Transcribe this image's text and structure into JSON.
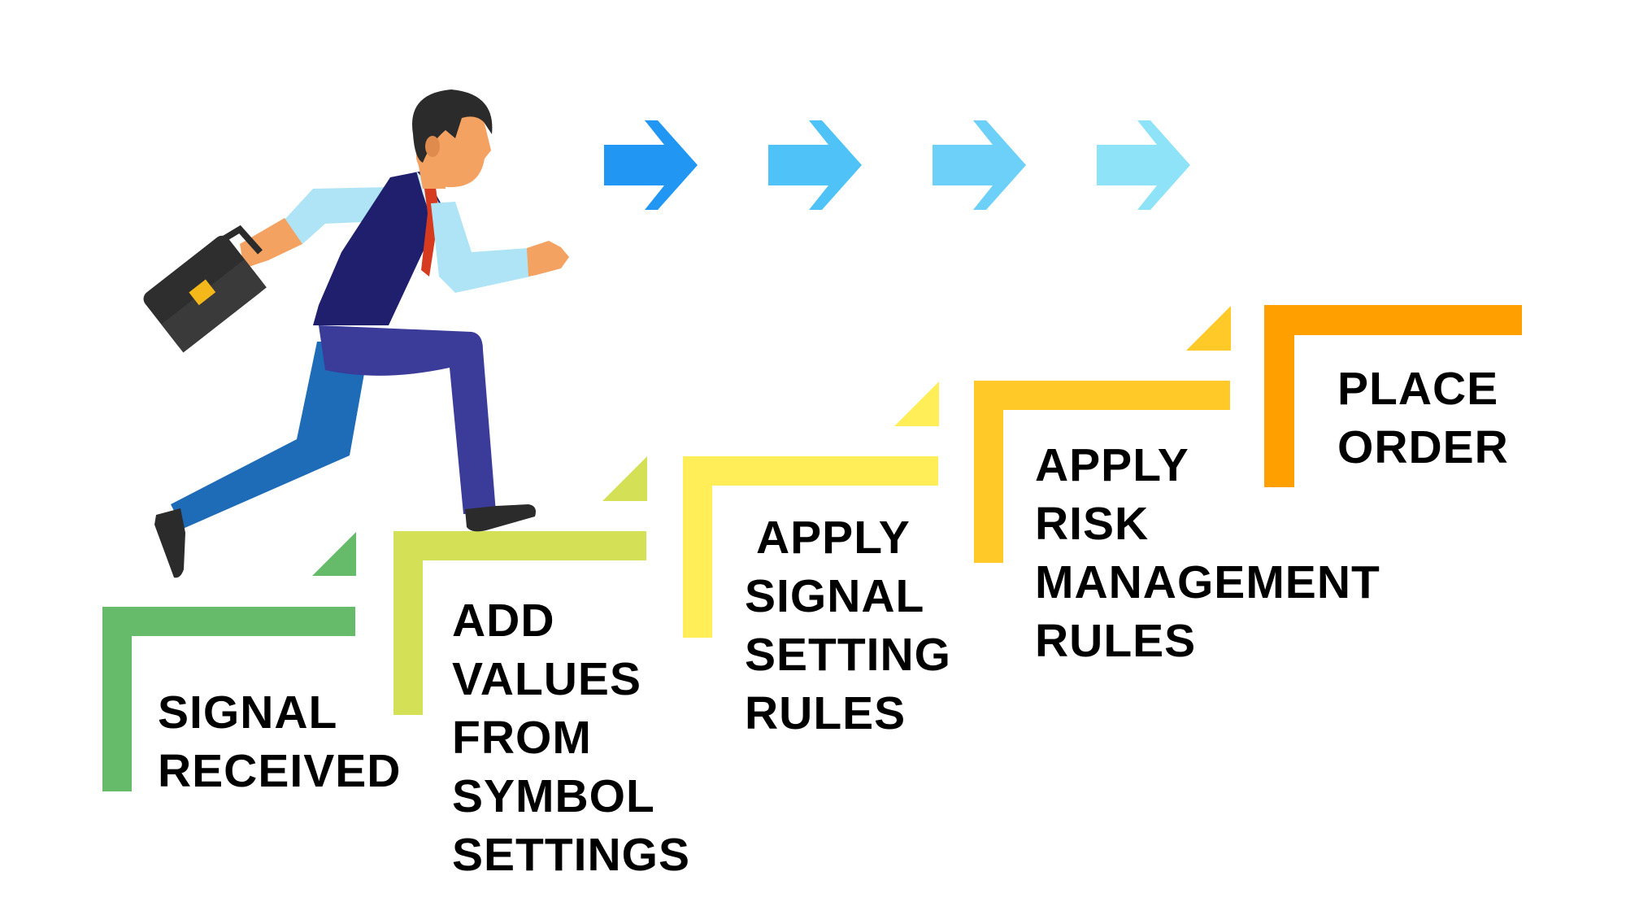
{
  "steps": [
    {
      "lines": [
        "SIGNAL",
        "RECEIVED"
      ],
      "color": "#66BB6A"
    },
    {
      "lines": [
        "ADD",
        "VALUES",
        "FROM",
        "SYMBOL",
        "SETTINGS"
      ],
      "color": "#D4E157"
    },
    {
      "lines": [
        "APPLY",
        "SIGNAL",
        "SETTING",
        "RULES"
      ],
      "color": "#FFEE58"
    },
    {
      "lines": [
        "APPLY",
        "RISK",
        "MANAGEMENT",
        "RULES"
      ],
      "color": "#FFCA28"
    },
    {
      "lines": [
        "PLACE",
        "ORDER"
      ],
      "color": "#FFA000"
    }
  ],
  "arrows": [
    {
      "icon": "right-arrow-icon",
      "color": "#2196F3"
    },
    {
      "icon": "right-arrow-icon",
      "color": "#4FC3F7"
    },
    {
      "icon": "right-arrow-icon",
      "color": "#6DD0F8"
    },
    {
      "icon": "right-arrow-icon",
      "color": "#8FE3F8"
    }
  ],
  "figure": {
    "icon": "businessman-running-with-briefcase-icon"
  }
}
